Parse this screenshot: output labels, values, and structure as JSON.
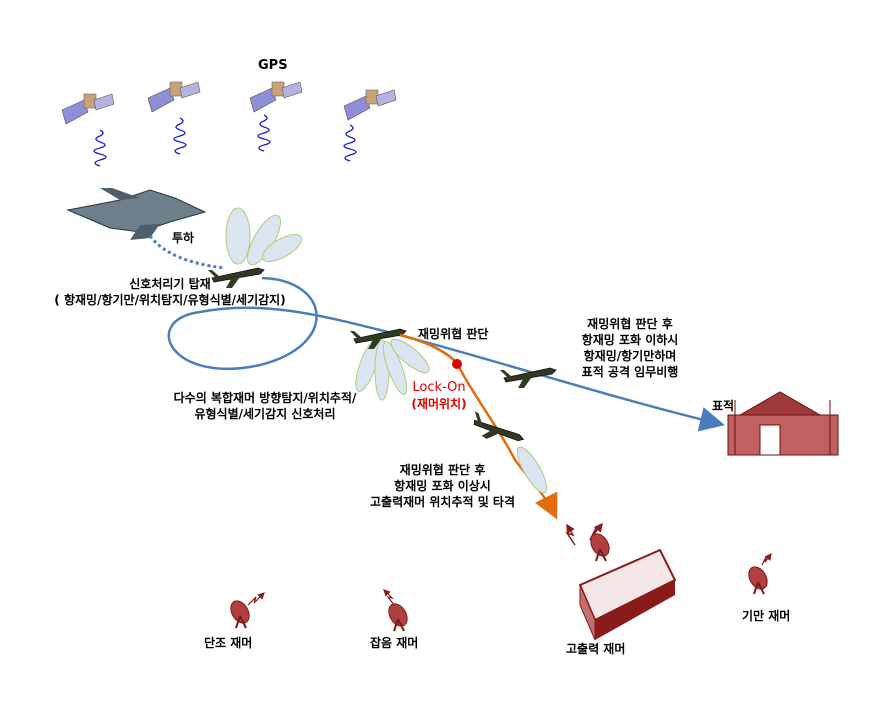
{
  "gps_label": "GPS",
  "drop_label": "투하",
  "processor": {
    "line1": "신호처리기 탑재",
    "line2": "( 항재밍/항기만/위치탐지/유형식별/세기감지)"
  },
  "multi_jammer": {
    "line1": "다수의 복합재머 방향탐지/위치추적/",
    "line2": "유형식별/세기감지 신호처리"
  },
  "threat_judge": "재밍위협 판단",
  "lock_on": {
    "line1": "Lock-On",
    "line2": "(재머위치)"
  },
  "below_saturation": [
    "재밍위협 판단 후",
    "항재밍 포화 이하시",
    "항재밍/항기만하며",
    "표적 공격 임무비행"
  ],
  "above_saturation": [
    "재밍위협 판단 후",
    "항재밍 포화 이상시",
    "고출력재머 위치추적 및 타격"
  ],
  "target_label": "표적",
  "jammers": {
    "tone": "단조 재머",
    "noise": "잡음 재머",
    "high_power": "고출력 재머",
    "deception": "기만 재머"
  },
  "colors": {
    "path_blue": "#4a7ebb",
    "path_orange": "#e46c0a",
    "lock_red": "#e00000",
    "jammer_red": "#8b1a1a",
    "beam": "#dbe5f1"
  }
}
